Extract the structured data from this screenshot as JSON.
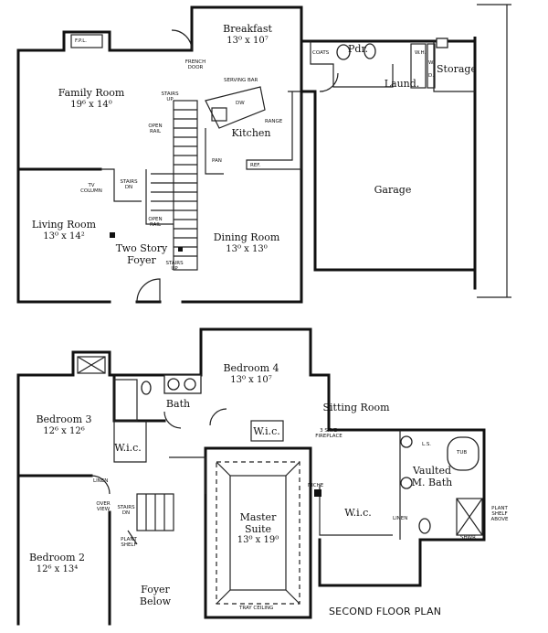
{
  "rooms": {
    "breakfast": {
      "name": "Breakfast",
      "dims": "13⁰ x 10⁷"
    },
    "family_room": {
      "name": "Family Room",
      "dims": "19⁶ x 14⁰"
    },
    "kitchen": {
      "name": "Kitchen"
    },
    "living_room": {
      "name": "Living Room",
      "dims": "13⁰ x 14²"
    },
    "two_story_foyer": {
      "name": "Two Story",
      "name2": "Foyer"
    },
    "dining_room": {
      "name": "Dining Room",
      "dims": "13⁰ x 13⁰"
    },
    "garage": {
      "name": "Garage"
    },
    "storage": {
      "name": "Storage"
    },
    "powder": {
      "name": "Pdr."
    },
    "laundry": {
      "name": "Laund."
    },
    "bedroom4": {
      "name": "Bedroom 4",
      "dims": "13⁰ x 10⁷"
    },
    "bedroom3": {
      "name": "Bedroom 3",
      "dims": "12⁶ x 12⁶"
    },
    "bath": {
      "name": "Bath"
    },
    "wic_bed3": {
      "name": "W.i.c."
    },
    "wic_bed4": {
      "name": "W.i.c."
    },
    "sitting_room": {
      "name": "Sitting Room"
    },
    "vaulted_bath": {
      "name": "Vaulted",
      "name2": "M. Bath"
    },
    "master_wic": {
      "name": "W.i.c."
    },
    "master_suite": {
      "name": "Master",
      "name2": "Suite",
      "dims": "13⁰ x 19⁰"
    },
    "bedroom2": {
      "name": "Bedroom 2",
      "dims": "12⁶ x 13⁴"
    },
    "foyer_below": {
      "name": "Foyer",
      "name2": "Below"
    }
  },
  "notes": {
    "fpl": "F.P.L.",
    "french_door": "FRENCH DOOR",
    "coats": "COATS",
    "serving_bar": "SERVING BAR",
    "dw": "DW",
    "range": "RANGE",
    "pan": "PAN",
    "ref": "REF.",
    "stairs_up": "STAIRS UP",
    "open_rail": "OPEN RAIL",
    "stairs_dn": "STAIRS DN",
    "tv_column": "TV COLUMN",
    "wh": "W.H.",
    "wd_w": "W.",
    "wd_d": "D.",
    "linen": "LINEN",
    "over_view": "OVER VIEW",
    "stairs_down": "STAIRS DN",
    "plant_shelf": "PLANT SHELF",
    "sloped_fireplace": "3 SKYD FIREPLACE",
    "niche": "NICHE",
    "tray_ceiling": "TRAY CEILING",
    "ls": "L.S.",
    "tub": "TUB",
    "lnen": "LINEN",
    "shwr": "SHWR",
    "plant_shelf_above": "PLANT SHELF ABOVE"
  },
  "plan_title": "SECOND FLOOR PLAN"
}
